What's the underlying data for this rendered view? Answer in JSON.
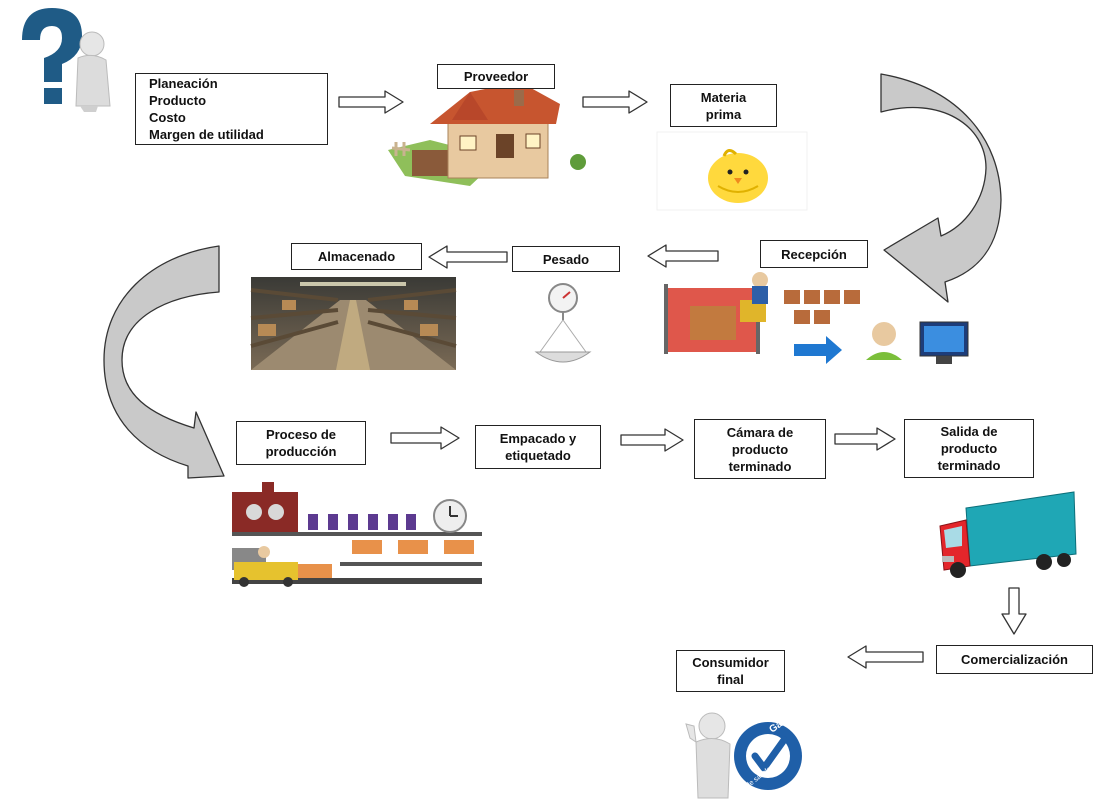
{
  "nodes": {
    "planeacion": "Planeación\nProducto\nCosto\nMargen de utilidad",
    "proveedor": "Proveedor",
    "materia_prima": "Materia\nprima",
    "recepcion": "Recepción",
    "pesado": "Pesado",
    "almacenado": "Almacenado",
    "proceso": "Proceso de\nproducción",
    "empacado": "Empacado y\netiquetado",
    "camara": "Cámara de\nproducto\nterminado",
    "salida": "Salida de\nproducto\nterminado",
    "comercializacion": "Comercialización",
    "consumidor": "Consumidor\nfinal"
  },
  "stamp": {
    "top_text": "Garantía",
    "bottom_text": "de satisfacción"
  },
  "colors": {
    "border": "#222222",
    "curve_fill": "#c9c9c9",
    "arrow_fill": "#ffffff"
  }
}
